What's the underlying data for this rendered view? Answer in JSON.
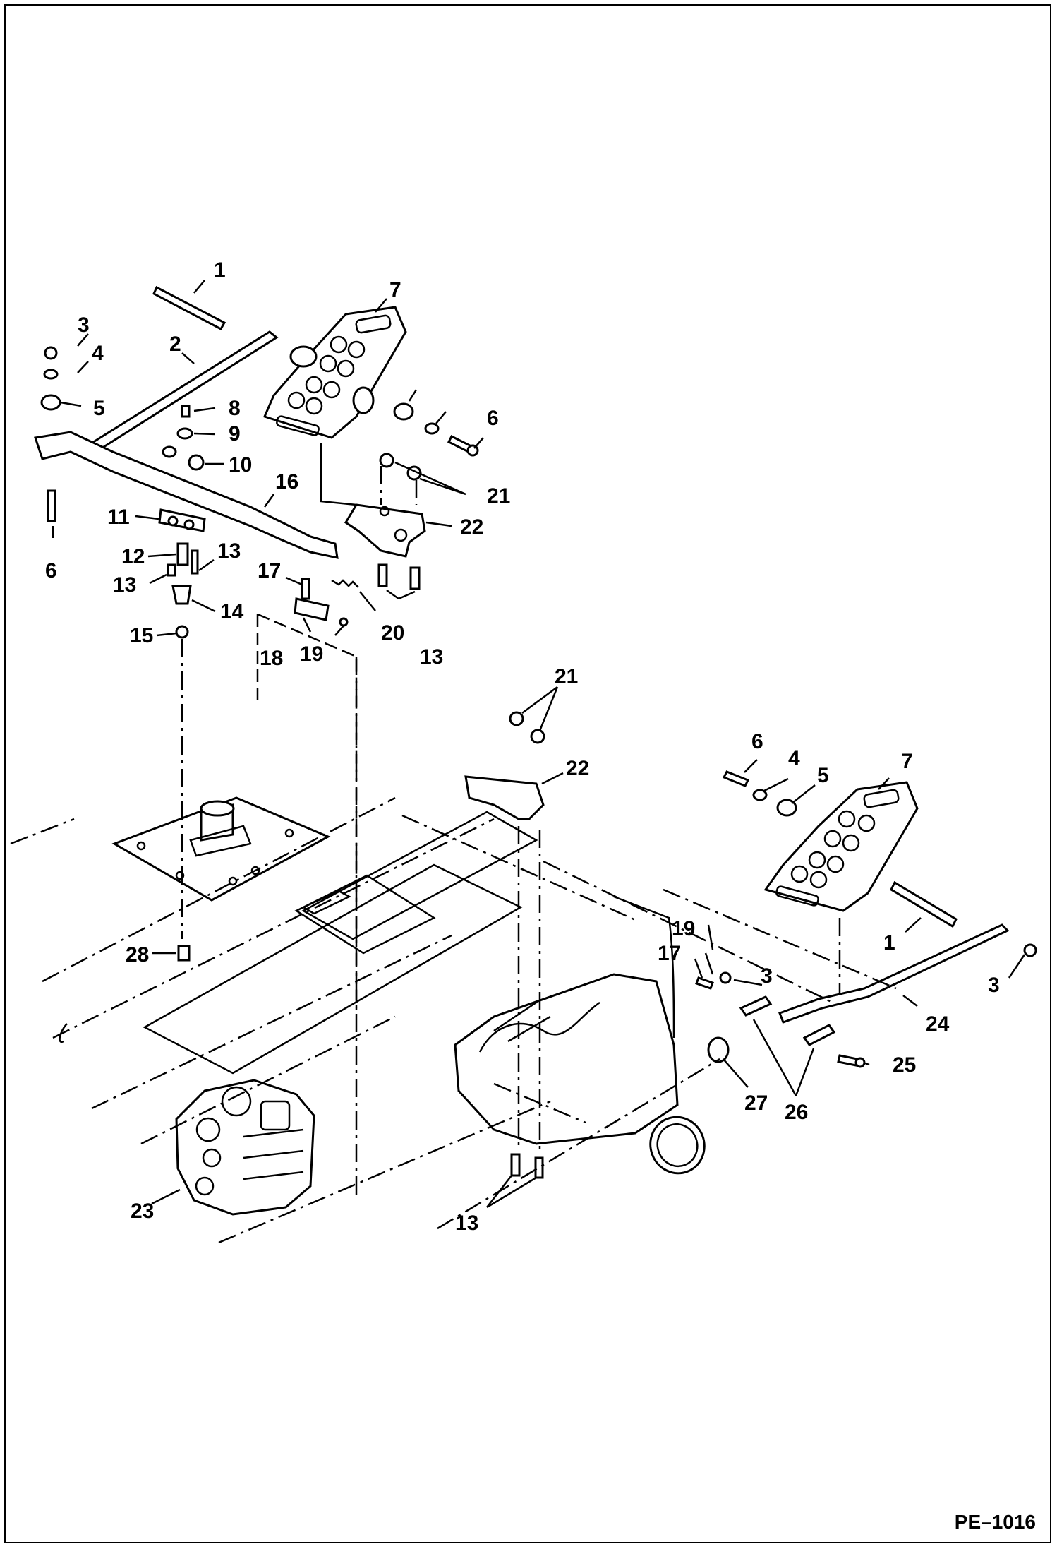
{
  "figure_ref": "PE–1016",
  "callouts": [
    {
      "id": "c1",
      "text": "1"
    },
    {
      "id": "c2",
      "text": "2"
    },
    {
      "id": "c3",
      "text": "3"
    },
    {
      "id": "c4",
      "text": "4"
    },
    {
      "id": "c5",
      "text": "5"
    },
    {
      "id": "c6",
      "text": "6"
    },
    {
      "id": "c7",
      "text": "7"
    },
    {
      "id": "c8",
      "text": "8"
    },
    {
      "id": "c9",
      "text": "9"
    },
    {
      "id": "c10",
      "text": "10"
    },
    {
      "id": "c11",
      "text": "11"
    },
    {
      "id": "c12",
      "text": "12"
    },
    {
      "id": "c13a",
      "text": "13"
    },
    {
      "id": "c13b",
      "text": "13"
    },
    {
      "id": "c14",
      "text": "14"
    },
    {
      "id": "c15",
      "text": "15"
    },
    {
      "id": "c16",
      "text": "16"
    },
    {
      "id": "c17",
      "text": "17"
    },
    {
      "id": "c18",
      "text": "18"
    },
    {
      "id": "c19",
      "text": "19"
    },
    {
      "id": "c20",
      "text": "20"
    },
    {
      "id": "c13c",
      "text": "13"
    },
    {
      "id": "c21",
      "text": "21"
    },
    {
      "id": "c22",
      "text": "22"
    },
    {
      "id": "c6b",
      "text": "6"
    },
    {
      "id": "r21",
      "text": "21"
    },
    {
      "id": "r22",
      "text": "22"
    },
    {
      "id": "r6",
      "text": "6"
    },
    {
      "id": "r4",
      "text": "4"
    },
    {
      "id": "r5",
      "text": "5"
    },
    {
      "id": "r7",
      "text": "7"
    },
    {
      "id": "r1",
      "text": "1"
    },
    {
      "id": "r3a",
      "text": "3"
    },
    {
      "id": "r19",
      "text": "19"
    },
    {
      "id": "r17",
      "text": "17"
    },
    {
      "id": "r3b",
      "text": "3"
    },
    {
      "id": "r24",
      "text": "24"
    },
    {
      "id": "r25",
      "text": "25"
    },
    {
      "id": "r26",
      "text": "26"
    },
    {
      "id": "r27",
      "text": "27"
    },
    {
      "id": "r28",
      "text": "28"
    },
    {
      "id": "r23",
      "text": "23"
    },
    {
      "id": "r13",
      "text": "13"
    }
  ]
}
